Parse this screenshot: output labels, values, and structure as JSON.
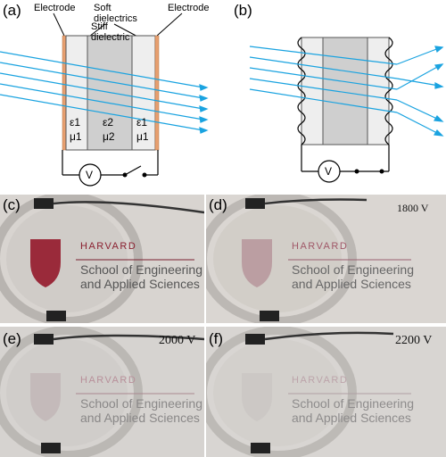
{
  "panels": {
    "a": {
      "label": "(a)",
      "electrode_left": "Electrode",
      "electrode_right": "Electrode",
      "soft_dielectrics": "Soft\ndielectrics",
      "stiff_dielectric": "Stiff\ndielectric",
      "layer1_eps": "ε1",
      "layer1_mu": "μ1",
      "layer2_eps": "ε2",
      "layer2_mu": "μ2",
      "layer3_eps": "ε1",
      "layer3_mu": "μ1",
      "voltmeter": "V"
    },
    "b": {
      "label": "(b)",
      "voltmeter": "V"
    },
    "c": {
      "label": "(c)",
      "voltage": ""
    },
    "d": {
      "label": "(d)",
      "voltage": "1800 V"
    },
    "e": {
      "label": "(e)",
      "voltage": "2000 V"
    },
    "f": {
      "label": "(f)",
      "voltage": "2200 V"
    }
  },
  "photo_text": {
    "harvard": "HARVARD",
    "line1": "School of Engineering",
    "line2": "and Applied Sciences"
  },
  "colors": {
    "ray": "#1aa3e0",
    "electrode": "#e8a070",
    "soft_layer": "#eeeeee",
    "stiff_layer": "#cfcfcf",
    "shield": "#9a2a3a",
    "photo_bg": "#d7d3cf"
  }
}
